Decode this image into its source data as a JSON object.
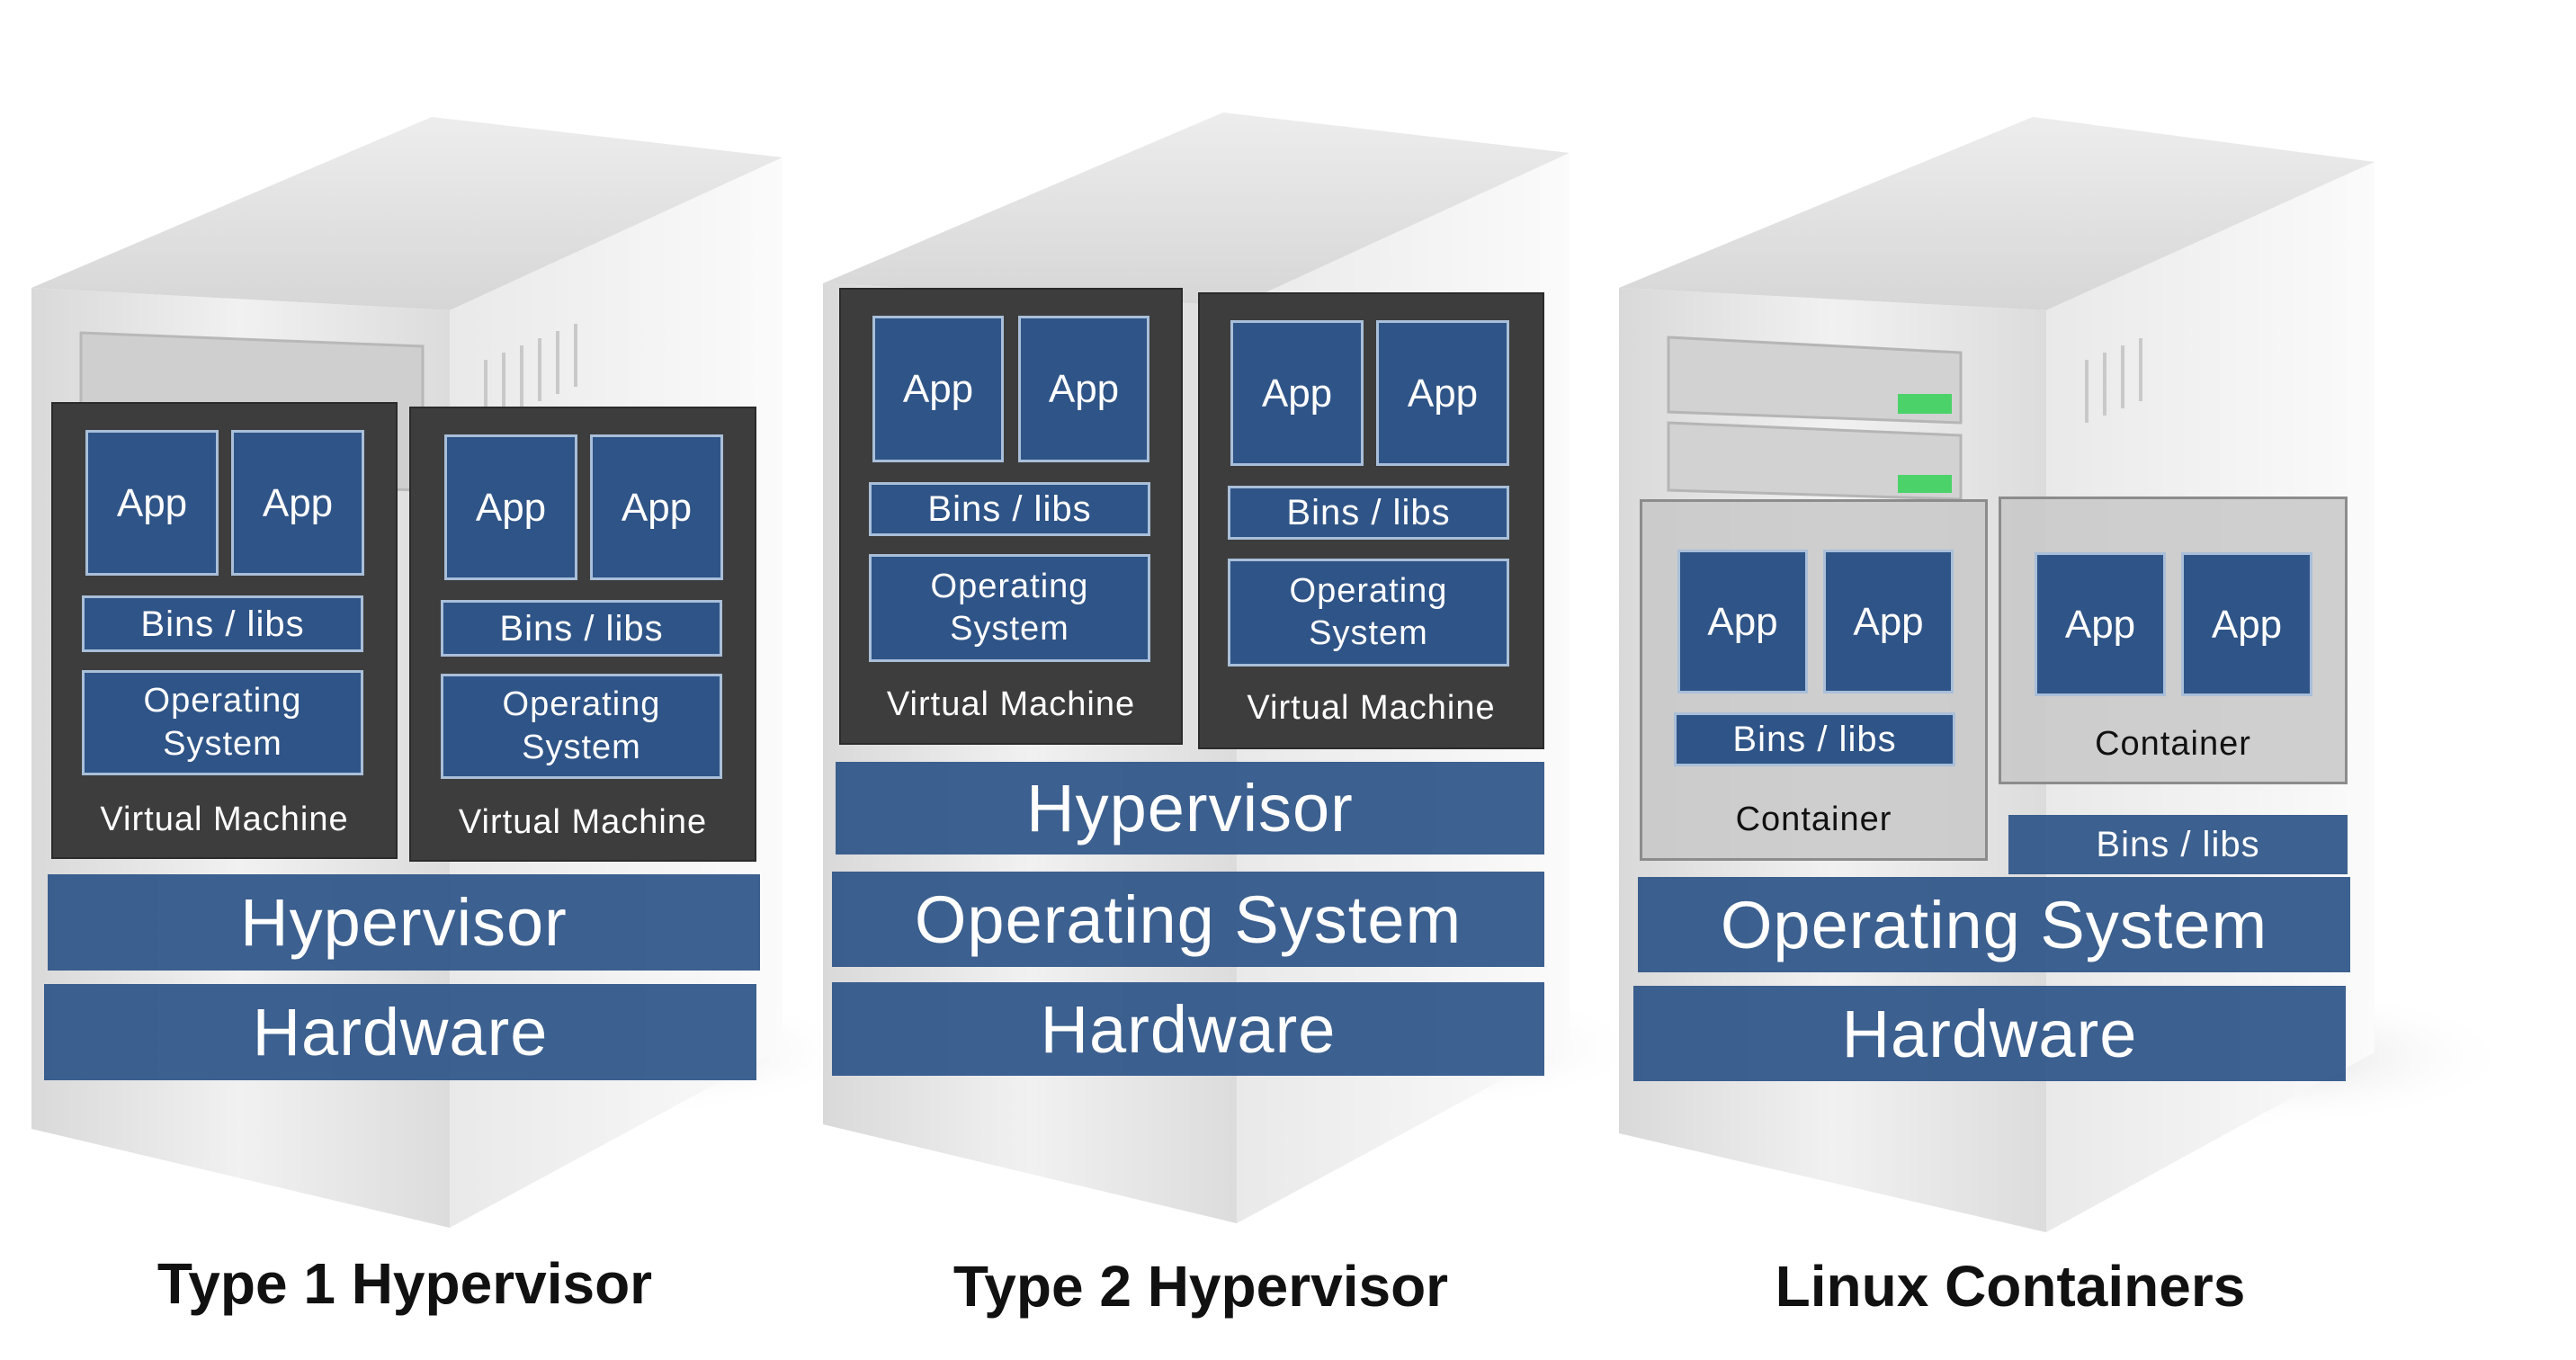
{
  "colors": {
    "layer_blue": "#2f5487",
    "vm_dark": "#3d3d3d",
    "container_gray": "#c8c8c8",
    "server_body": "#e4e4e4"
  },
  "labels": {
    "app": "App",
    "bins_libs": "Bins / libs",
    "operating_system_box": "Operating\nSystem",
    "virtual_machine": "Virtual Machine",
    "container": "Container",
    "hypervisor": "Hypervisor",
    "operating_system": "Operating System",
    "hardware": "Hardware"
  },
  "captions": {
    "type1": "Type 1 Hypervisor",
    "type2": "Type 2 Hypervisor",
    "containers": "Linux Containers"
  }
}
